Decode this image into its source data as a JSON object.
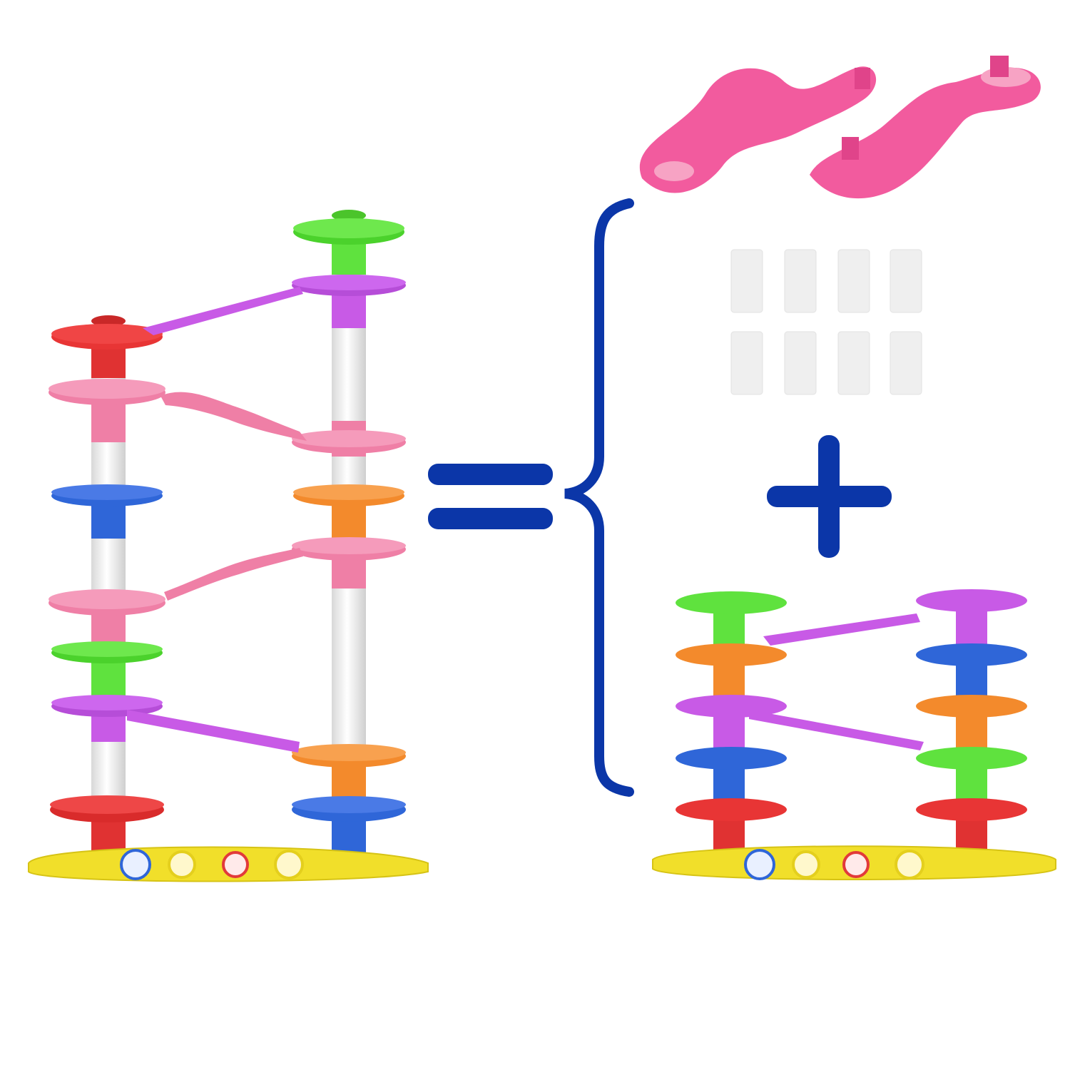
{
  "image": {
    "background": "#ffffff",
    "symbols": {
      "equals_color": "#0b36a8",
      "brace_color": "#0b36a8",
      "plus_color": "#0b36a8"
    },
    "piece_colors": {
      "red": "#e83535",
      "pink": "#ef7fa6",
      "hot_pink": "#f25b9e",
      "blue": "#2f66d8",
      "orange": "#f38a2c",
      "green": "#5fe23e",
      "purple": "#c85ae6",
      "yellow": "#f1df2a",
      "clear": "#e9e9e9"
    },
    "left_tower": {
      "description_icon": "large-marble-run-tower",
      "level_colors_left_column": [
        "red",
        "pink",
        "blue",
        "pink",
        "green",
        "purple",
        "red",
        "yellow"
      ],
      "level_colors_right_column": [
        "green",
        "purple",
        "pink",
        "orange",
        "pink",
        "orange",
        "blue",
        "yellow"
      ]
    },
    "right_top_parts": {
      "description_icon": "pink-curvy-track-pieces",
      "track_piece_count": 2,
      "connector_tube_count": 8
    },
    "right_small_tower": {
      "description_icon": "small-marble-run-tower",
      "level_colors_left_column": [
        "green",
        "orange",
        "purple",
        "blue",
        "red",
        "yellow"
      ],
      "level_colors_right_column": [
        "purple",
        "blue",
        "orange",
        "green",
        "red",
        "yellow"
      ]
    },
    "ball_count_per_tower": 4
  }
}
